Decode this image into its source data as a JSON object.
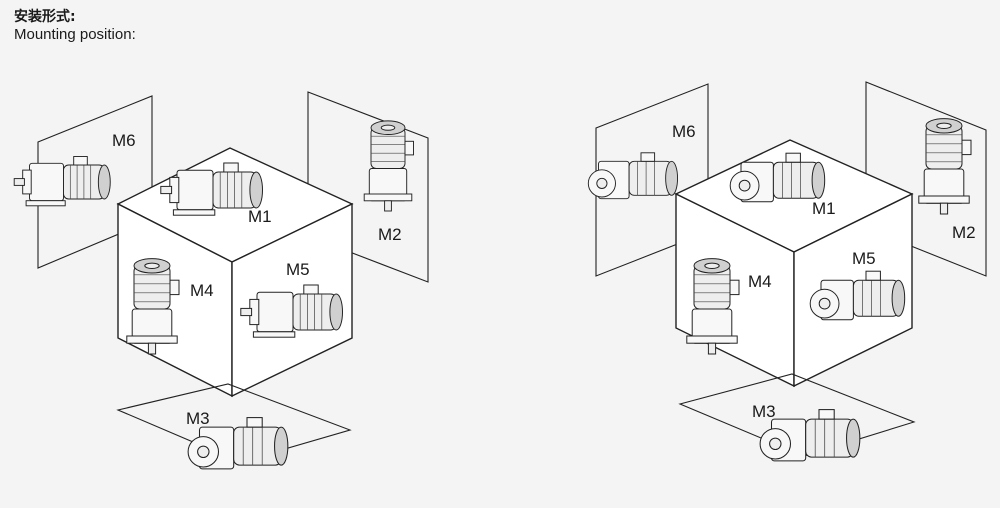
{
  "header": {
    "title_cn": "安装形式:",
    "title_en": "Mounting position:"
  },
  "diagram_left": {
    "labels": {
      "m1": "M1",
      "m2": "M2",
      "m3": "M3",
      "m4": "M4",
      "m5": "M5",
      "m6": "M6"
    }
  },
  "diagram_right": {
    "labels": {
      "m1": "M1",
      "m2": "M2",
      "m3": "M3",
      "m4": "M4",
      "m5": "M5",
      "m6": "M6"
    }
  }
}
